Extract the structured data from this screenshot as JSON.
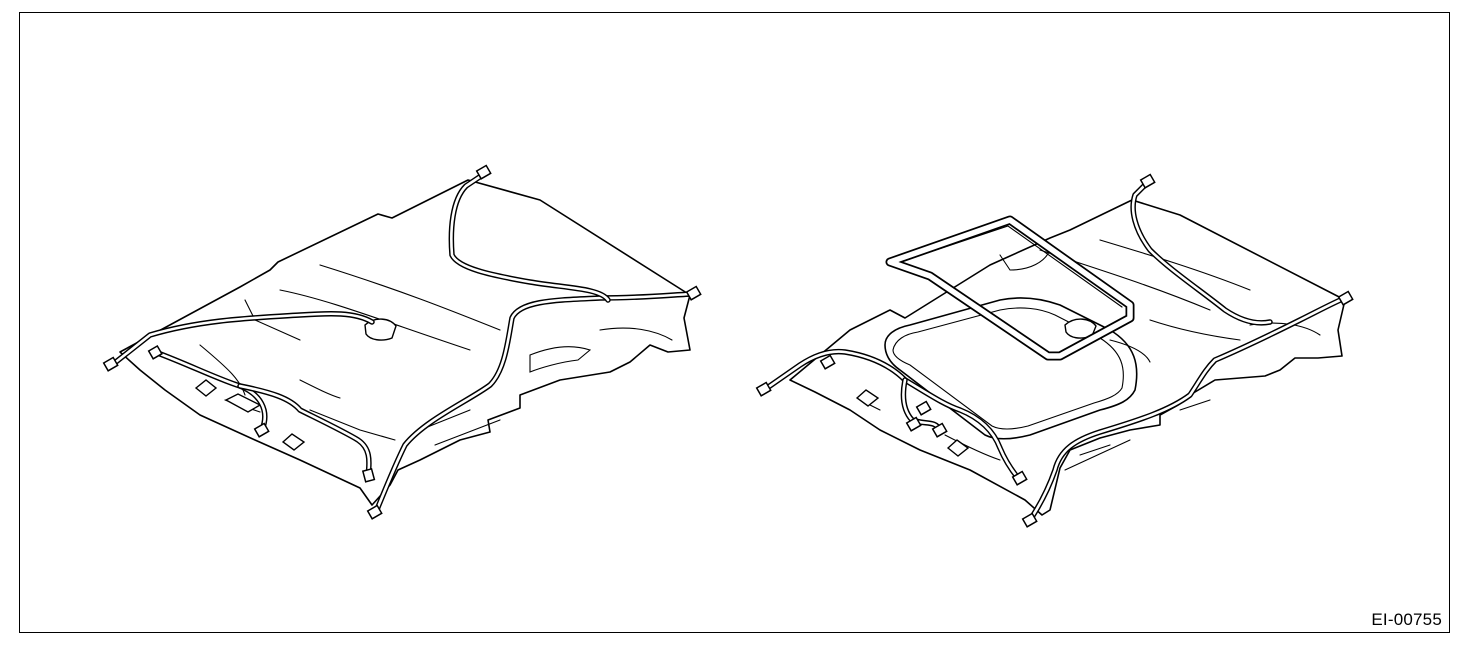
{
  "figure": {
    "code": "EI-00755"
  },
  "illustrations": [
    {
      "id": "headliner-standard",
      "icon": "roof-headliner-harness-icon"
    },
    {
      "id": "headliner-sunroof",
      "icon": "roof-headliner-sunroof-harness-icon"
    }
  ]
}
